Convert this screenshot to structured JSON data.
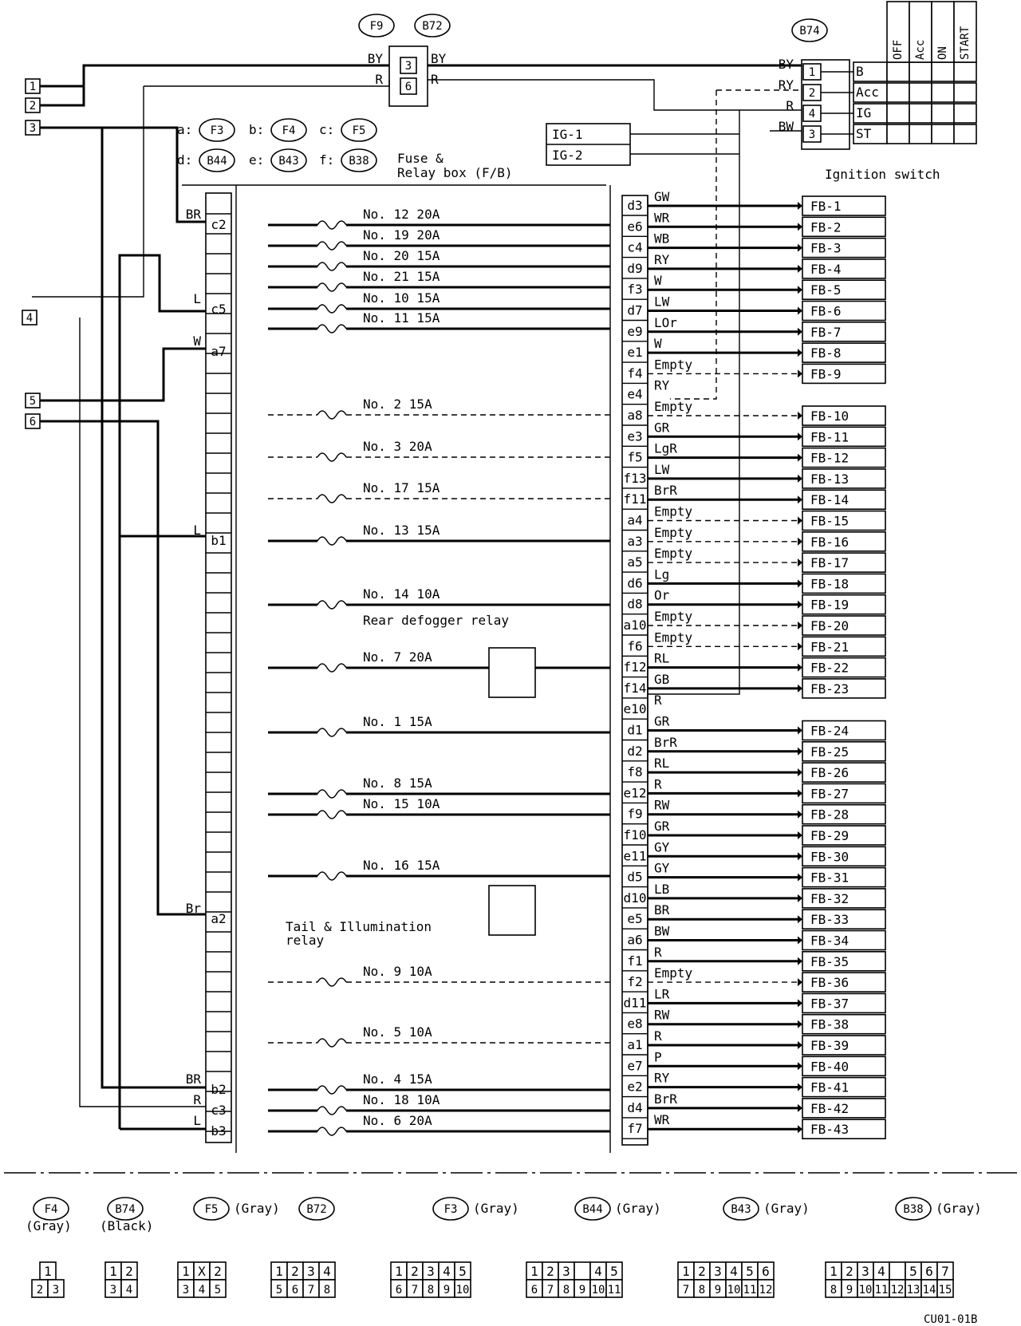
{
  "connector_refs": {
    "top": [
      "F9",
      "B72"
    ],
    "ignition": "B74",
    "legend": [
      {
        "key": "a:",
        "ref": "F3"
      },
      {
        "key": "b:",
        "ref": "F4"
      },
      {
        "key": "c:",
        "ref": "F5"
      },
      {
        "key": "d:",
        "ref": "B44"
      },
      {
        "key": "e:",
        "ref": "B43"
      },
      {
        "key": "f:",
        "ref": "B38"
      }
    ]
  },
  "fb_box_title": [
    "Fuse &",
    "Relay box (F/B)"
  ],
  "left_terminals": [
    "1",
    "2",
    "3",
    "4",
    "5",
    "6"
  ],
  "f9_pins": [
    {
      "pin": "3",
      "left": "BY",
      "right": "BY"
    },
    {
      "pin": "6",
      "left": "R",
      "right": "R"
    }
  ],
  "ignition": {
    "title": "Ignition switch",
    "headers": [
      "OFF",
      "Acc",
      "ON",
      "START"
    ],
    "rows": [
      {
        "pin": "1",
        "wire": "BY",
        "term": "B"
      },
      {
        "pin": "2",
        "wire": "RY",
        "term": "Acc"
      },
      {
        "pin": "4",
        "wire": "R",
        "term": "IG"
      },
      {
        "pin": "3",
        "wire": "BW",
        "term": "ST"
      }
    ]
  },
  "ig_labels": [
    "IG-1",
    "IG-2"
  ],
  "left_pins": [
    {
      "pin": "c2",
      "wire": "BR"
    },
    {
      "pin": "c5",
      "wire": "L"
    },
    {
      "pin": "a7",
      "wire": "W"
    },
    {
      "pin": "b1",
      "wire": "L"
    },
    {
      "pin": "a2",
      "wire": "Br"
    },
    {
      "pin": "b2",
      "wire": "BR"
    },
    {
      "pin": "c3",
      "wire": "R"
    },
    {
      "pin": "b3",
      "wire": "L"
    }
  ],
  "fuses": [
    {
      "label": "No. 12  20A"
    },
    {
      "label": "No. 19  20A"
    },
    {
      "label": "No. 20  15A"
    },
    {
      "label": "No. 21  15A"
    },
    {
      "label": "No. 10  15A"
    },
    {
      "label": "No. 11  15A"
    },
    {
      "label": "No. 2   15A"
    },
    {
      "label": "No. 3   20A"
    },
    {
      "label": "No. 17  15A"
    },
    {
      "label": "No. 13  15A"
    },
    {
      "label": "No. 14  10A"
    },
    {
      "label": "No. 7   20A"
    },
    {
      "label": "No. 1    15A"
    },
    {
      "label": "No. 8    15A"
    },
    {
      "label": "No. 15  10A"
    },
    {
      "label": "No. 16  15A"
    },
    {
      "label": "No. 9    10A"
    },
    {
      "label": "No. 5    10A"
    },
    {
      "label": "No. 4    15A"
    },
    {
      "label": "No. 18  10A"
    },
    {
      "label": "No. 6    20A"
    }
  ],
  "relays": {
    "rear_defogger": "Rear defogger relay",
    "tail": [
      "Tail & Illumination",
      "relay"
    ]
  },
  "outputs": [
    {
      "pin": "d3",
      "wire": "GW",
      "fb": "FB-1"
    },
    {
      "pin": "e6",
      "wire": "WR",
      "fb": "FB-2"
    },
    {
      "pin": "c4",
      "wire": "WB",
      "fb": "FB-3"
    },
    {
      "pin": "d9",
      "wire": "RY",
      "fb": "FB-4"
    },
    {
      "pin": "f3",
      "wire": "W",
      "fb": "FB-5"
    },
    {
      "pin": "d7",
      "wire": "LW",
      "fb": "FB-6"
    },
    {
      "pin": "e9",
      "wire": "LOr",
      "fb": "FB-7"
    },
    {
      "pin": "e1",
      "wire": "W",
      "fb": "FB-8"
    },
    {
      "pin": "f4",
      "wire": "Empty",
      "fb": "FB-9"
    },
    {
      "pin": "e4",
      "wire": "RY",
      "fb": ""
    },
    {
      "pin": "a8",
      "wire": "Empty",
      "fb": "FB-10"
    },
    {
      "pin": "e3",
      "wire": "GR",
      "fb": "FB-11"
    },
    {
      "pin": "f5",
      "wire": "LgR",
      "fb": "FB-12"
    },
    {
      "pin": "f13",
      "wire": "LW",
      "fb": "FB-13"
    },
    {
      "pin": "f11",
      "wire": "BrR",
      "fb": "FB-14"
    },
    {
      "pin": "a4",
      "wire": "Empty",
      "fb": "FB-15"
    },
    {
      "pin": "a3",
      "wire": "Empty",
      "fb": "FB-16"
    },
    {
      "pin": "a5",
      "wire": "Empty",
      "fb": "FB-17"
    },
    {
      "pin": "d6",
      "wire": "Lg",
      "fb": "FB-18"
    },
    {
      "pin": "d8",
      "wire": "Or",
      "fb": "FB-19"
    },
    {
      "pin": "a10",
      "wire": "Empty",
      "fb": "FB-20"
    },
    {
      "pin": "f6",
      "wire": "Empty",
      "fb": "FB-21"
    },
    {
      "pin": "f12",
      "wire": "RL",
      "fb": "FB-22"
    },
    {
      "pin": "f14",
      "wire": "GB",
      "fb": "FB-23"
    },
    {
      "pin": "e10",
      "wire": "R",
      "fb": ""
    },
    {
      "pin": "d1",
      "wire": "GR",
      "fb": "FB-24"
    },
    {
      "pin": "d2",
      "wire": "BrR",
      "fb": "FB-25"
    },
    {
      "pin": "f8",
      "wire": "RL",
      "fb": "FB-26"
    },
    {
      "pin": "e12",
      "wire": "R",
      "fb": "FB-27"
    },
    {
      "pin": "f9",
      "wire": "RW",
      "fb": "FB-28"
    },
    {
      "pin": "f10",
      "wire": "GR",
      "fb": "FB-29"
    },
    {
      "pin": "e11",
      "wire": "GY",
      "fb": "FB-30"
    },
    {
      "pin": "d5",
      "wire": "GY",
      "fb": "FB-31"
    },
    {
      "pin": "d10",
      "wire": "LB",
      "fb": "FB-32"
    },
    {
      "pin": "e5",
      "wire": "BR",
      "fb": "FB-33"
    },
    {
      "pin": "a6",
      "wire": "BW",
      "fb": "FB-34"
    },
    {
      "pin": "f1",
      "wire": "R",
      "fb": "FB-35"
    },
    {
      "pin": "f2",
      "wire": "Empty",
      "fb": "FB-36"
    },
    {
      "pin": "d11",
      "wire": "LR",
      "fb": "FB-37"
    },
    {
      "pin": "e8",
      "wire": "RW",
      "fb": "FB-38"
    },
    {
      "pin": "a1",
      "wire": "R",
      "fb": "FB-39"
    },
    {
      "pin": "e7",
      "wire": "P",
      "fb": "FB-40"
    },
    {
      "pin": "e2",
      "wire": "RY",
      "fb": "FB-41"
    },
    {
      "pin": "d4",
      "wire": "BrR",
      "fb": "FB-42"
    },
    {
      "pin": "f7",
      "wire": "WR",
      "fb": "FB-43"
    }
  ],
  "connector_legend": [
    {
      "ref": "F4",
      "color": "(Gray)"
    },
    {
      "ref": "B74",
      "color": "(Black)"
    },
    {
      "ref": "F5",
      "color": "(Gray)"
    },
    {
      "ref": "B72",
      "color": ""
    },
    {
      "ref": "F3",
      "color": "(Gray)"
    },
    {
      "ref": "B44",
      "color": "(Gray)"
    },
    {
      "ref": "B43",
      "color": "(Gray)"
    },
    {
      "ref": "B38",
      "color": "(Gray)"
    }
  ],
  "connector_pinouts": [
    {
      "top": [
        "1"
      ],
      "bottom": [
        "2",
        "3"
      ]
    },
    {
      "top": [
        "1",
        "2"
      ],
      "bottom": [
        "3",
        "4"
      ]
    },
    {
      "top": [
        "1",
        "X",
        "2"
      ],
      "bottom": [
        "3",
        "4",
        "5"
      ]
    },
    {
      "top": [
        "1",
        "2",
        "3",
        "4"
      ],
      "bottom": [
        "5",
        "6",
        "7",
        "8"
      ]
    },
    {
      "top": [
        "1",
        "2",
        "3",
        "4",
        "5"
      ],
      "bottom": [
        "6",
        "7",
        "8",
        "9",
        "10"
      ]
    },
    {
      "top": [
        "1",
        "2",
        "3",
        "",
        "4",
        "5"
      ],
      "bottom": [
        "6",
        "7",
        "8",
        "9",
        "10",
        "11"
      ]
    },
    {
      "top": [
        "1",
        "2",
        "3",
        "4",
        "5",
        "6"
      ],
      "bottom": [
        "7",
        "8",
        "9",
        "10",
        "11",
        "12"
      ]
    },
    {
      "top": [
        "1",
        "2",
        "3",
        "4",
        "",
        "5",
        "6",
        "7"
      ],
      "bottom": [
        "8",
        "9",
        "10",
        "11",
        "12",
        "13",
        "14",
        "15"
      ]
    }
  ],
  "figure_code": "CU01-01B"
}
